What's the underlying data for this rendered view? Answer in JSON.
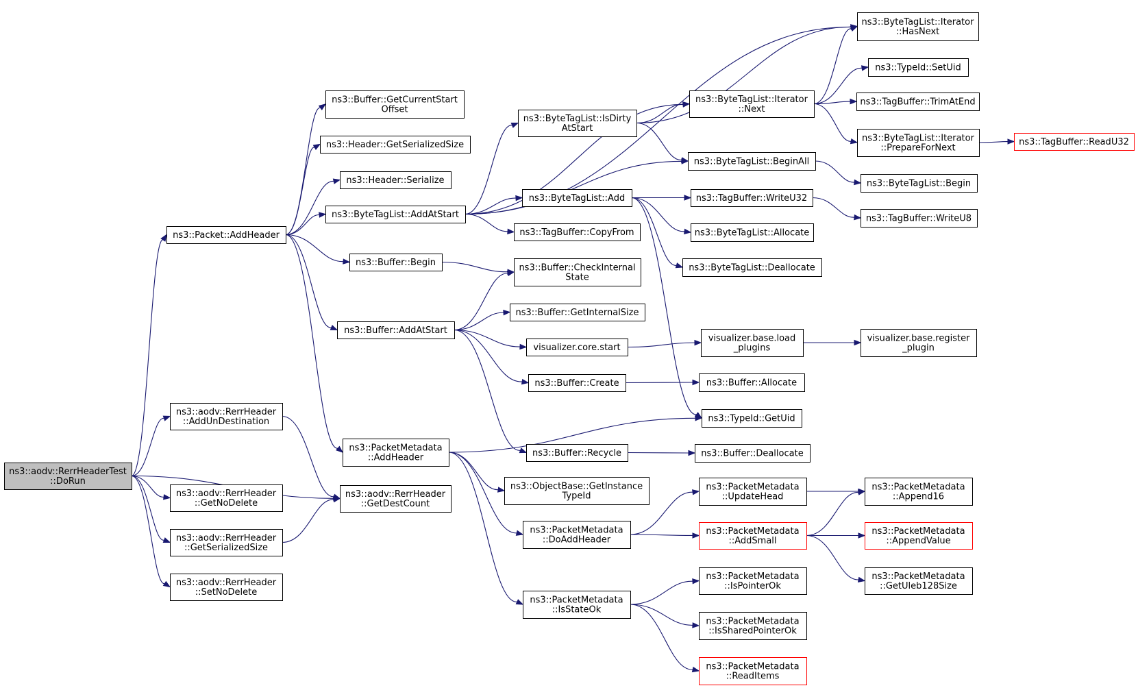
{
  "graph": {
    "type": "call-graph",
    "nodes": [
      {
        "id": "dorun",
        "lines": [
          "ns3::aodv::RerrHeaderTest",
          "::DoRun"
        ],
        "style": "root"
      },
      {
        "id": "packet_addheader",
        "lines": [
          "ns3::Packet::AddHeader"
        ]
      },
      {
        "id": "rerr_addundest",
        "lines": [
          "ns3::aodv::RerrHeader",
          "::AddUnDestination"
        ]
      },
      {
        "id": "rerr_getdestcount",
        "lines": [
          "ns3::aodv::RerrHeader",
          "::GetDestCount"
        ]
      },
      {
        "id": "rerr_getnodelete",
        "lines": [
          "ns3::aodv::RerrHeader",
          "::GetNoDelete"
        ]
      },
      {
        "id": "rerr_getserializedsize",
        "lines": [
          "ns3::aodv::RerrHeader",
          "::GetSerializedSize"
        ]
      },
      {
        "id": "rerr_setnodelete",
        "lines": [
          "ns3::aodv::RerrHeader",
          "::SetNoDelete"
        ]
      },
      {
        "id": "buffer_getcurrentstartoffset",
        "lines": [
          "ns3::Buffer::GetCurrentStart",
          "Offset"
        ]
      },
      {
        "id": "header_getserializedsize",
        "lines": [
          "ns3::Header::GetSerializedSize"
        ]
      },
      {
        "id": "header_serialize",
        "lines": [
          "ns3::Header::Serialize"
        ]
      },
      {
        "id": "btl_addatstart",
        "lines": [
          "ns3::ByteTagList::AddAtStart"
        ]
      },
      {
        "id": "buffer_begin",
        "lines": [
          "ns3::Buffer::Begin"
        ]
      },
      {
        "id": "buffer_addatstart",
        "lines": [
          "ns3::Buffer::AddAtStart"
        ]
      },
      {
        "id": "pm_addheader",
        "lines": [
          "ns3::PacketMetadata",
          "::AddHeader"
        ]
      },
      {
        "id": "btl_isdirtyatstart",
        "lines": [
          "ns3::ByteTagList::IsDirty",
          "AtStart"
        ]
      },
      {
        "id": "btl_add",
        "lines": [
          "ns3::ByteTagList::Add"
        ]
      },
      {
        "id": "tagbuffer_copyfrom",
        "lines": [
          "ns3::TagBuffer::CopyFrom"
        ]
      },
      {
        "id": "buffer_checkinternalstate",
        "lines": [
          "ns3::Buffer::CheckInternal",
          "State"
        ]
      },
      {
        "id": "buffer_getinternalsize",
        "lines": [
          "ns3::Buffer::GetInternalSize"
        ]
      },
      {
        "id": "vis_core_start",
        "lines": [
          "visualizer.core.start"
        ]
      },
      {
        "id": "buffer_create",
        "lines": [
          "ns3::Buffer::Create"
        ]
      },
      {
        "id": "buffer_recycle",
        "lines": [
          "ns3::Buffer::Recycle"
        ]
      },
      {
        "id": "objectbase_getinstancetypeid",
        "lines": [
          "ns3::ObjectBase::GetInstance",
          "TypeId"
        ]
      },
      {
        "id": "pm_doaddheader",
        "lines": [
          "ns3::PacketMetadata",
          "::DoAddHeader"
        ]
      },
      {
        "id": "pm_isstateok",
        "lines": [
          "ns3::PacketMetadata",
          "::IsStateOk"
        ]
      },
      {
        "id": "btl_iter_hasnext",
        "lines": [
          "ns3::ByteTagList::Iterator",
          "::HasNext"
        ]
      },
      {
        "id": "btl_iter_next",
        "lines": [
          "ns3::ByteTagList::Iterator",
          "::Next"
        ]
      },
      {
        "id": "btl_beginall",
        "lines": [
          "ns3::ByteTagList::BeginAll"
        ]
      },
      {
        "id": "tagbuffer_writeu32",
        "lines": [
          "ns3::TagBuffer::WriteU32"
        ]
      },
      {
        "id": "btl_allocate",
        "lines": [
          "ns3::ByteTagList::Allocate"
        ]
      },
      {
        "id": "btl_deallocate",
        "lines": [
          "ns3::ByteTagList::Deallocate"
        ]
      },
      {
        "id": "vis_base_loadplugins",
        "lines": [
          "visualizer.base.load",
          "_plugins"
        ]
      },
      {
        "id": "buffer_allocate",
        "lines": [
          "ns3::Buffer::Allocate"
        ]
      },
      {
        "id": "typeid_getuid",
        "lines": [
          "ns3::TypeId::GetUid"
        ]
      },
      {
        "id": "buffer_deallocate",
        "lines": [
          "ns3::Buffer::Deallocate"
        ]
      },
      {
        "id": "pm_updatehead",
        "lines": [
          "ns3::PacketMetadata",
          "::UpdateHead"
        ]
      },
      {
        "id": "pm_addsmall",
        "lines": [
          "ns3::PacketMetadata",
          "::AddSmall"
        ],
        "style": "red"
      },
      {
        "id": "pm_ispointerok",
        "lines": [
          "ns3::PacketMetadata",
          "::IsPointerOk"
        ]
      },
      {
        "id": "pm_issharedpointerok",
        "lines": [
          "ns3::PacketMetadata",
          "::IsSharedPointerOk"
        ]
      },
      {
        "id": "pm_readitems",
        "lines": [
          "ns3::PacketMetadata",
          "::ReadItems"
        ],
        "style": "red"
      },
      {
        "id": "typeid_setuid",
        "lines": [
          "ns3::TypeId::SetUid"
        ]
      },
      {
        "id": "tagbuffer_trimatend",
        "lines": [
          "ns3::TagBuffer::TrimAtEnd"
        ]
      },
      {
        "id": "btl_iter_prepfornext",
        "lines": [
          "ns3::ByteTagList::Iterator",
          "::PrepareForNext"
        ]
      },
      {
        "id": "btl_begin",
        "lines": [
          "ns3::ByteTagList::Begin"
        ]
      },
      {
        "id": "tagbuffer_writeu8",
        "lines": [
          "ns3::TagBuffer::WriteU8"
        ]
      },
      {
        "id": "vis_base_registerplugin",
        "lines": [
          "visualizer.base.register",
          "_plugin"
        ]
      },
      {
        "id": "pm_append16",
        "lines": [
          "ns3::PacketMetadata",
          "::Append16"
        ]
      },
      {
        "id": "pm_appendvalue",
        "lines": [
          "ns3::PacketMetadata",
          "::AppendValue"
        ],
        "style": "red"
      },
      {
        "id": "pm_getuleb128size",
        "lines": [
          "ns3::PacketMetadata",
          "::GetUleb128Size"
        ]
      },
      {
        "id": "tagbuffer_readu32",
        "lines": [
          "ns3::TagBuffer::ReadU32"
        ],
        "style": "red"
      }
    ],
    "edges": [
      [
        "dorun",
        "packet_addheader"
      ],
      [
        "dorun",
        "rerr_addundest"
      ],
      [
        "dorun",
        "rerr_getdestcount"
      ],
      [
        "dorun",
        "rerr_getnodelete"
      ],
      [
        "dorun",
        "rerr_getserializedsize"
      ],
      [
        "dorun",
        "rerr_setnodelete"
      ],
      [
        "rerr_addundest",
        "rerr_getdestcount"
      ],
      [
        "rerr_getserializedsize",
        "rerr_getdestcount"
      ],
      [
        "packet_addheader",
        "buffer_getcurrentstartoffset"
      ],
      [
        "packet_addheader",
        "header_getserializedsize"
      ],
      [
        "packet_addheader",
        "header_serialize"
      ],
      [
        "packet_addheader",
        "btl_addatstart"
      ],
      [
        "packet_addheader",
        "buffer_begin"
      ],
      [
        "packet_addheader",
        "buffer_addatstart"
      ],
      [
        "packet_addheader",
        "pm_addheader"
      ],
      [
        "btl_addatstart",
        "btl_iter_hasnext"
      ],
      [
        "btl_addatstart",
        "btl_iter_next"
      ],
      [
        "btl_addatstart",
        "btl_isdirtyatstart"
      ],
      [
        "btl_addatstart",
        "btl_beginall"
      ],
      [
        "btl_addatstart",
        "btl_add"
      ],
      [
        "btl_addatstart",
        "tagbuffer_copyfrom"
      ],
      [
        "btl_isdirtyatstart",
        "btl_iter_hasnext"
      ],
      [
        "btl_isdirtyatstart",
        "btl_iter_next"
      ],
      [
        "btl_isdirtyatstart",
        "btl_beginall"
      ],
      [
        "btl_iter_next",
        "btl_iter_hasnext"
      ],
      [
        "btl_iter_next",
        "typeid_setuid"
      ],
      [
        "btl_iter_next",
        "tagbuffer_trimatend"
      ],
      [
        "btl_iter_next",
        "btl_iter_prepfornext"
      ],
      [
        "btl_iter_prepfornext",
        "tagbuffer_readu32"
      ],
      [
        "btl_beginall",
        "btl_begin"
      ],
      [
        "btl_add",
        "tagbuffer_writeu32"
      ],
      [
        "btl_add",
        "btl_allocate"
      ],
      [
        "btl_add",
        "btl_deallocate"
      ],
      [
        "btl_add",
        "typeid_getuid"
      ],
      [
        "tagbuffer_writeu32",
        "tagbuffer_writeu8"
      ],
      [
        "buffer_begin",
        "buffer_checkinternalstate"
      ],
      [
        "buffer_addatstart",
        "buffer_checkinternalstate"
      ],
      [
        "buffer_addatstart",
        "buffer_getinternalsize"
      ],
      [
        "buffer_addatstart",
        "vis_core_start"
      ],
      [
        "buffer_addatstart",
        "buffer_create"
      ],
      [
        "buffer_addatstart",
        "buffer_recycle"
      ],
      [
        "vis_core_start",
        "vis_base_loadplugins"
      ],
      [
        "vis_base_loadplugins",
        "vis_base_registerplugin"
      ],
      [
        "buffer_create",
        "buffer_allocate"
      ],
      [
        "buffer_recycle",
        "buffer_deallocate"
      ],
      [
        "pm_addheader",
        "typeid_getuid"
      ],
      [
        "pm_addheader",
        "objectbase_getinstancetypeid"
      ],
      [
        "pm_addheader",
        "pm_doaddheader"
      ],
      [
        "pm_addheader",
        "pm_isstateok"
      ],
      [
        "pm_doaddheader",
        "pm_updatehead"
      ],
      [
        "pm_doaddheader",
        "pm_addsmall"
      ],
      [
        "pm_updatehead",
        "pm_append16"
      ],
      [
        "pm_addsmall",
        "pm_append16"
      ],
      [
        "pm_addsmall",
        "pm_appendvalue"
      ],
      [
        "pm_addsmall",
        "pm_getuleb128size"
      ],
      [
        "pm_isstateok",
        "pm_ispointerok"
      ],
      [
        "pm_isstateok",
        "pm_issharedpointerok"
      ],
      [
        "pm_isstateok",
        "pm_readitems"
      ]
    ]
  }
}
